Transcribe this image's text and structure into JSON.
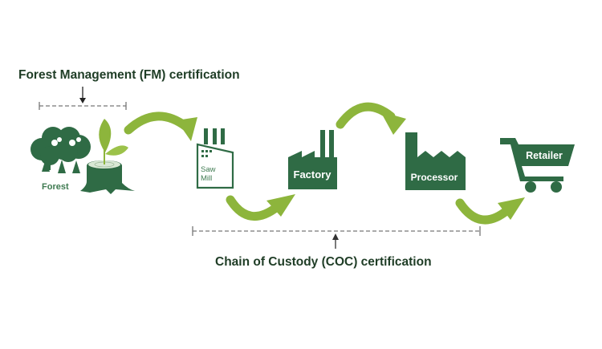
{
  "diagram": {
    "fm_certification": {
      "label": "Forest Management (FM) certification",
      "covers": [
        "Forest"
      ]
    },
    "coc_certification": {
      "label": "Chain of Custody (COC) certification",
      "covers": [
        "Saw Mill",
        "Factory",
        "Processor",
        "Retailer"
      ]
    },
    "nodes": [
      {
        "id": "forest",
        "label": "Forest",
        "icon": "forest-icon"
      },
      {
        "id": "sawmill",
        "label_line1": "Saw",
        "label_line2": "Mill",
        "icon": "sawmill-icon"
      },
      {
        "id": "factory",
        "label": "Factory",
        "icon": "factory-icon"
      },
      {
        "id": "processor",
        "label": "Processor",
        "icon": "processor-icon"
      },
      {
        "id": "retailer",
        "label": "Retailer",
        "icon": "shopping-cart-icon"
      }
    ],
    "edges": [
      {
        "from": "forest",
        "to": "sawmill"
      },
      {
        "from": "sawmill",
        "to": "factory"
      },
      {
        "from": "factory",
        "to": "processor"
      },
      {
        "from": "processor",
        "to": "retailer"
      }
    ],
    "colors": {
      "dark_green": "#2f6b45",
      "arrow_green": "#8db53c",
      "leaf_green": "#9cc24a",
      "text_dark": "#1f3d26",
      "bracket_gray": "#777777"
    }
  }
}
